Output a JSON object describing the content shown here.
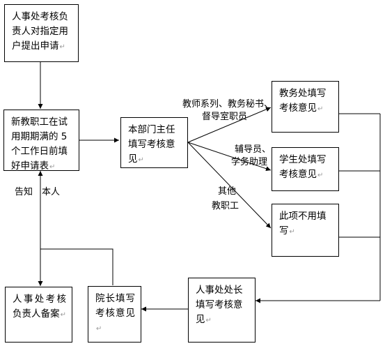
{
  "boxes": {
    "hr_request": "人事处考核负责人对指定用户提出申请",
    "new_staff": "新教职工在试用期期满的 5 个工作日前填好申请表",
    "dept_head": "本部门主任填写考核意见",
    "academic": "教务处填写考核意见",
    "student": "学生处填写考核意见",
    "no_fill": "此项不用填写",
    "hr_director": "人事处处长填写考核意见",
    "president": "院长填写考核意见",
    "hr_record": "人事处考核负责人备案"
  },
  "labels": {
    "branch_academic_line1": "教师系列、教务秘书、",
    "branch_academic_line2": "督导室职员",
    "branch_student_line1": "辅导员、",
    "branch_student_line2": "学务助理",
    "branch_other_line1": "其他",
    "branch_other_line2": "教职工",
    "notify": "告知",
    "self": "本人"
  },
  "return_mark": "↵"
}
